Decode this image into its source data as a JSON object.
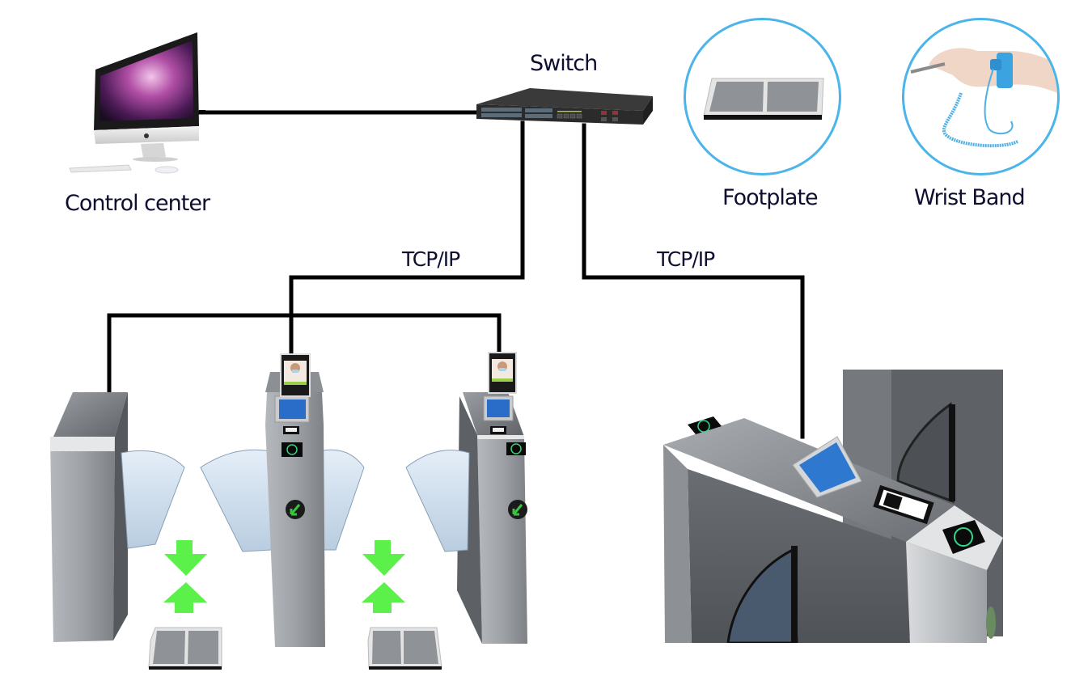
{
  "diagram": {
    "title": "Turnstile ESD Network Topology",
    "nodes": {
      "control_center": {
        "label": "Control center",
        "icon": "desktop-computer-icon"
      },
      "switch": {
        "label": "Switch",
        "icon": "network-switch-icon"
      },
      "footplate": {
        "label": "Footplate",
        "icon": "footplate-icon"
      },
      "wrist_band": {
        "label": "Wrist Band",
        "icon": "wrist-band-icon"
      },
      "turnstile_group_left": {
        "label": "",
        "icon": "flap-barrier-turnstile-icon",
        "count": 3
      },
      "turnstile_right": {
        "label": "",
        "icon": "swing-barrier-turnstile-icon"
      }
    },
    "links": [
      {
        "from": "control_center",
        "to": "switch",
        "label": ""
      },
      {
        "from": "switch",
        "to": "turnstile_group_left",
        "label": "TCP/IP"
      },
      {
        "from": "switch",
        "to": "turnstile_right",
        "label": "TCP/IP"
      }
    ],
    "accessories": {
      "face_terminal": "face-recognition-terminal-icon",
      "footplates_on_floor": 2,
      "direction_arrows": 2
    },
    "colors": {
      "line": "#000000",
      "text": "#0e0e30",
      "circle_border": "#4bb5ea",
      "arrow_green": "#5cf04a",
      "steel": "#9a9ea3"
    }
  }
}
